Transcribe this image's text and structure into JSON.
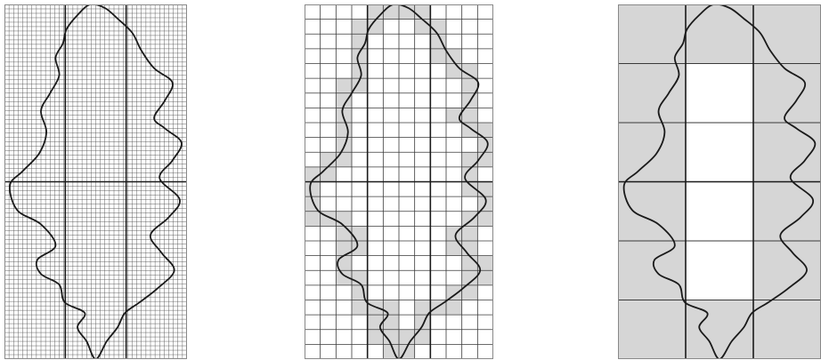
{
  "figure": {
    "panels": [
      {
        "id": "fine",
        "grid_cols": 40,
        "grid_rows": 80,
        "shading": "none",
        "bold_lines": 3
      },
      {
        "id": "medium",
        "grid_cols": 12,
        "grid_rows": 24,
        "shading": "boundary-cells",
        "bold_lines": 3
      },
      {
        "id": "coarse",
        "grid_cols": 3,
        "grid_rows": 6,
        "shading": "boundary-cells",
        "bold_lines": 3
      }
    ],
    "colors": {
      "ink": "#1a1a1a",
      "fine_grid": "#555555",
      "medium_grid": "#3a3a3a",
      "shade": "#d6d6d6",
      "paper": "#ffffff"
    }
  }
}
